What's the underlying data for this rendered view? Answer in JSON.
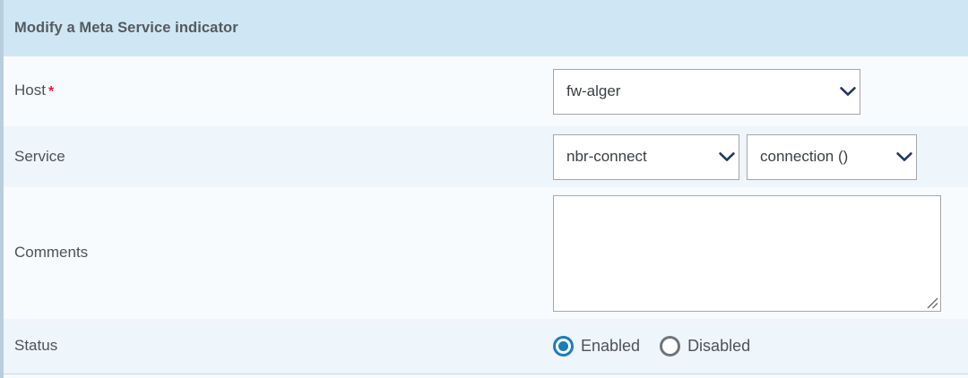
{
  "panel": {
    "title": "Modify a Meta Service indicator",
    "header_bg": "#cfe7f5",
    "accent_blue": "#1c7cba",
    "required_color": "#e8193c"
  },
  "rows": {
    "host": {
      "label": "Host",
      "required_marker": "*",
      "select": {
        "value": "fw-alger",
        "icon": "chevron-down-icon"
      }
    },
    "service": {
      "label": "Service",
      "select_service": {
        "value": "nbr-connect",
        "icon": "chevron-down-icon"
      },
      "select_metric": {
        "value": "connection ()",
        "icon": "chevron-down-icon"
      }
    },
    "comments": {
      "label": "Comments",
      "textarea": {
        "value": "",
        "placeholder": ""
      }
    },
    "status": {
      "label": "Status",
      "options": [
        {
          "label": "Enabled",
          "checked": true
        },
        {
          "label": "Disabled",
          "checked": false
        }
      ]
    }
  }
}
